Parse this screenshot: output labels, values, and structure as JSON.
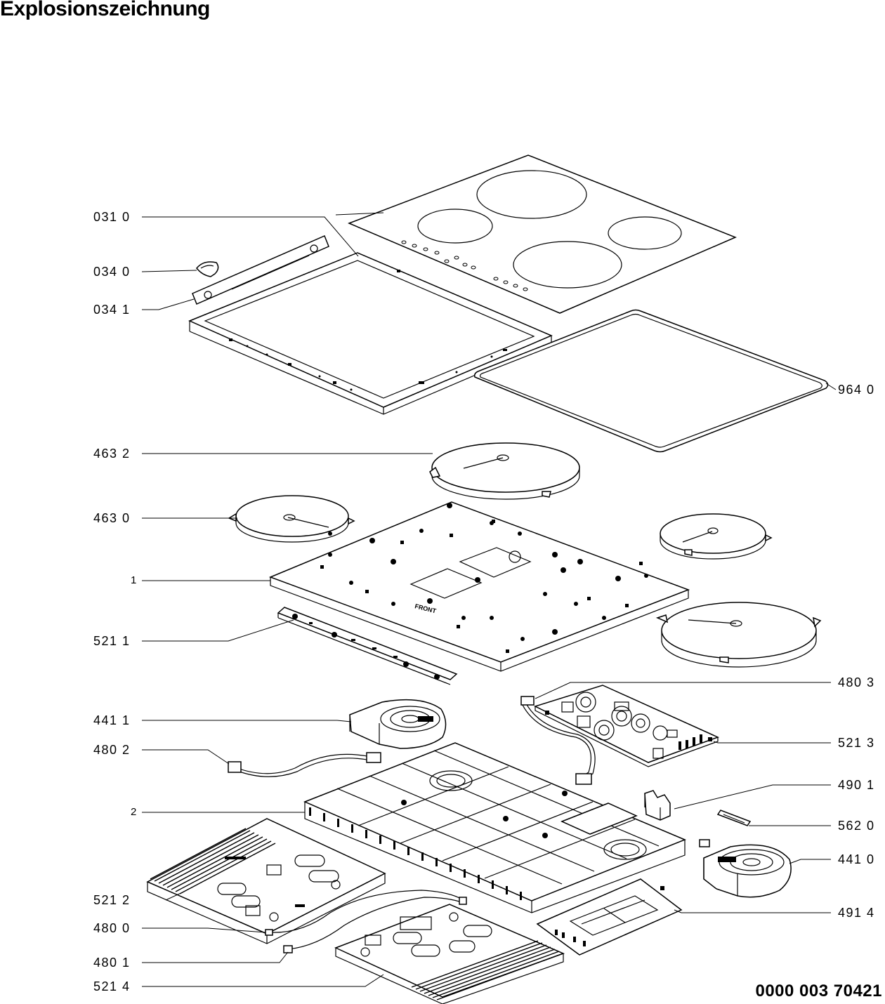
{
  "header": {
    "title": "Explosionszeichnung"
  },
  "footer": {
    "document_number": "0000 003 70421"
  },
  "callouts": {
    "c031_0": "031 0",
    "c034_0": "034 0",
    "c034_1": "034 1",
    "c964_0": "964 0",
    "c463_2": "463 2",
    "c463_0": "463 0",
    "c1": "1",
    "c521_1": "521 1",
    "c480_3": "480 3",
    "c441_1": "441 1",
    "c480_2": "480 2",
    "c521_3": "521 3",
    "c490_1": "490 1",
    "c2": "2",
    "c562_0": "562 0",
    "c441_0": "441 0",
    "c521_2": "521 2",
    "c491_4": "491 4",
    "c480_0": "480 0",
    "c480_1": "480 1",
    "c521_4": "521 4"
  },
  "embossed_text": {
    "front_marking": "FRONT"
  }
}
